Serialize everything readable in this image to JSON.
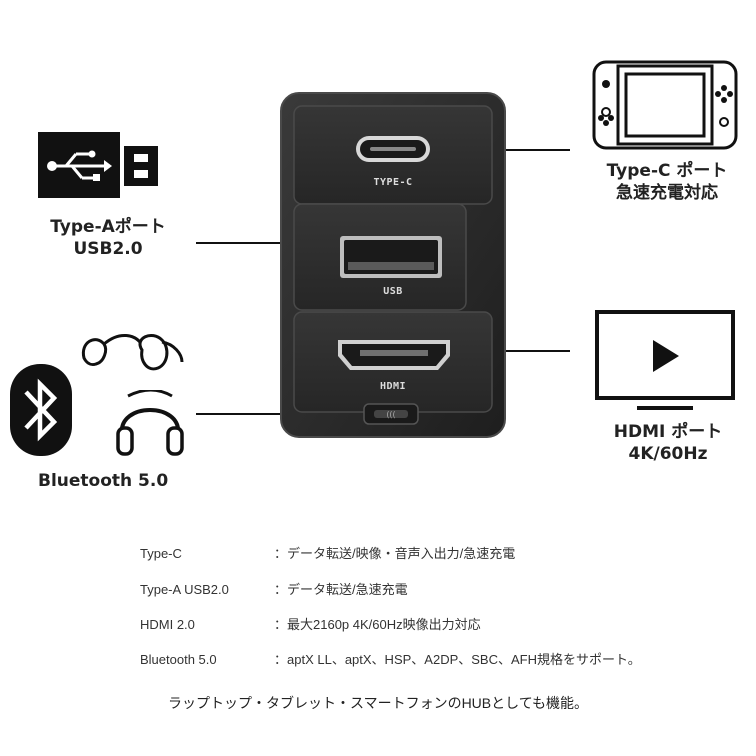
{
  "labels": {
    "type_a_line1": "Type-Aポート",
    "type_a_line2": "USB2.0",
    "type_c_line1": "Type-C ポート",
    "type_c_line2": "急速充電対応",
    "hdmi_line1": "HDMI ポート",
    "hdmi_line2": "4K/60Hz",
    "bluetooth": "Bluetooth 5.0"
  },
  "device": {
    "port_typec": "TYPE-C",
    "port_usb": "USB",
    "port_hdmi": "HDMI"
  },
  "specs": [
    {
      "key": "Type-C",
      "value": "：データ転送/映像・音声入出力/急速充電"
    },
    {
      "key": "Type-A USB2.0",
      "value": "：データ転送/急速充電"
    },
    {
      "key": "HDMI 2.0",
      "value": "：最大2160p 4K/60Hz映像出力対応"
    },
    {
      "key": "Bluetooth 5.0",
      "value": "：aptX LL、aptX、HSP、A2DP、SBC、AFH規格をサポート。"
    }
  ],
  "footer": "ラップトップ・タブレット・スマートフォンのHUBとしても機能。",
  "icons": [
    "usb-stick-icon",
    "game-console-icon",
    "monitor-play-icon",
    "bluetooth-icon",
    "bone-conduction-headphones-icon",
    "headphones-icon"
  ],
  "colors": {
    "device_body": "#2a2a2a",
    "device_edge": "#4a4a4a",
    "ink": "#111111"
  }
}
